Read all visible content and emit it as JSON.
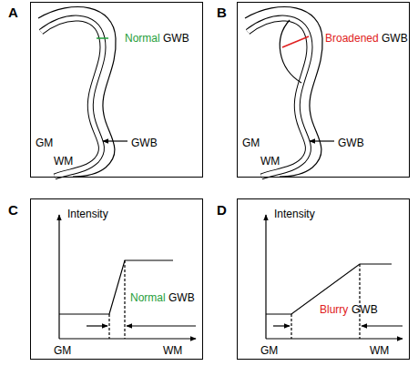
{
  "diagram": {
    "nodes": [
      {
        "text": [
          "A",
          "Normal",
          "GWB",
          "GM",
          "WM",
          "GWB"
        ]
      },
      {
        "text": [
          "B",
          "Broadened",
          "GWB",
          "GM",
          "WM",
          "GWB"
        ]
      },
      {
        "text": [
          "C",
          "Intensity",
          "Normal",
          "GWB",
          "GM",
          "WM"
        ]
      },
      {
        "text": [
          "D",
          "Intensity",
          "Blurry",
          "GWB",
          "GM",
          "WM"
        ]
      }
    ]
  }
}
